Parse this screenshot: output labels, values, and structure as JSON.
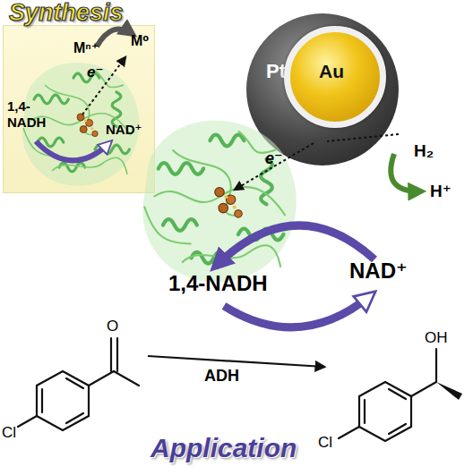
{
  "diagram": {
    "nodes": [
      {
        "text": [
          "Synthesis"
        ]
      },
      {
        "text": [
          "Pt"
        ]
      },
      {
        "text": [
          "Au"
        ],
        "in": 1
      }
    ],
    "labels": [
      "e⁻",
      "Mⁿ⁺",
      "M⁰",
      "1,4-NADH",
      "NAD⁺",
      "H₂",
      "H⁺",
      "e⁻",
      "1,4-NADH",
      "NAD⁺",
      "O",
      "Cl",
      "ADH",
      "OH",
      "Cl",
      "Application"
    ]
  }
}
